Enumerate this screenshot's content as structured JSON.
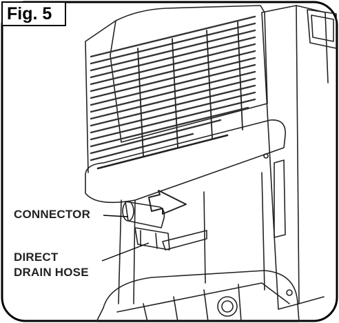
{
  "figure": {
    "label": "Fig. 5"
  },
  "callouts": {
    "connector": "CONNECTOR",
    "hose_line1": "DIRECT",
    "hose_line2": "DRAIN HOSE"
  }
}
